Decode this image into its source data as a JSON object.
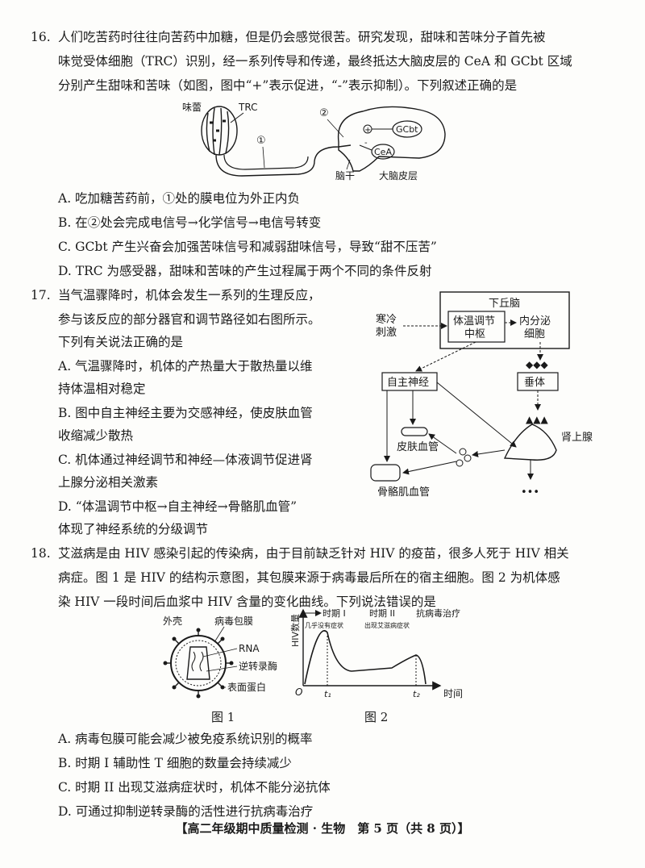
{
  "q16": {
    "number": "16.",
    "stem": [
      "人们吃苦药时往往向苦药中加糖，但是仍会感觉很苦。研究发现，甜味和苦味分子首先被",
      "味觉受体细胞（TRC）识别，经一系列传导和传递，最终抵达大脑皮层的 CeA 和 GCbt 区域",
      "分别产生甜味和苦味（如图，图中“+”表示促进，“-”表示抑制）。下列叙述正确的是"
    ],
    "figure": {
      "taste_bud": "味蕾",
      "trc": "TRC",
      "site1": "①",
      "site2": "②",
      "gcbt": "GCbt",
      "cea": "CeA",
      "brainstem": "脑干",
      "cortex": "大脑皮层",
      "plus": "+",
      "minus": "-"
    },
    "options": [
      "A.  吃加糖苦药前，①处的膜电位为外正内负",
      "B.  在②处会完成电信号→化学信号→电信号转变",
      "C.  GCbt 产生兴奋会加强苦味信号和减弱甜味信号，导致“甜不压苦”",
      "D.  TRC 为感受器，甜味和苦味的产生过程属于两个不同的条件反射"
    ]
  },
  "q17": {
    "number": "17.",
    "stem": [
      "当气温骤降时，机体会发生一系列的生理反应，",
      "参与该反应的部分器官和调节路径如右图所示。",
      "下列有关说法正确的是"
    ],
    "options": [
      "A.  气温骤降时，机体的产热量大于散热量以维",
      "     持体温相对稳定",
      "B.  图中自主神经主要为交感神经，使皮肤血管",
      "     收缩减少散热",
      "C.  机体通过神经调节和神经—体液调节促进肾",
      "     上腺分泌相关激素",
      "D.  “体温调节中枢→自主神经→骨骼肌血管”",
      "     体现了神经系统的分级调节"
    ],
    "figure": {
      "hypothalamus": "下丘脑",
      "cold1": "寒冷",
      "cold2": "刺激",
      "center1": "体温调节",
      "center2": "中枢",
      "endo1": "内分泌",
      "endo2": "细胞",
      "autonomic": "自主神经",
      "pituitary": "垂体",
      "skin_vessel": "皮肤血管",
      "muscle_vessel": "骨骼肌血管",
      "adrenal": "肾上腺",
      "ellipsis": "•••"
    }
  },
  "q18": {
    "number": "18.",
    "stem": [
      "艾滋病是由 HIV 感染引起的传染病，由于目前缺乏针对 HIV 的疫苗，很多人死于 HIV 相关",
      "病症。图 1 是 HIV 的结构示意图，其包膜来源于病毒最后所在的宿主细胞。图 2 为机体感",
      "染 HIV 一段时间后血浆中 HIV 含量的变化曲线。下列说法错误的是"
    ],
    "fig1": {
      "shell": "外壳",
      "envelope": "病毒包膜",
      "rna": "RNA",
      "rt": "逆转录酶",
      "surface": "表面蛋白",
      "caption": "图 1"
    },
    "fig2": {
      "ylabel": "HIV数量",
      "xlabel": "时间",
      "origin": "O",
      "t1": "t₁",
      "t2": "t₂",
      "period1": "时期 I",
      "period2": "时期 II",
      "treat": "抗病毒治疗",
      "note1": "几乎没有症状",
      "note2": "出现艾滋病症状",
      "caption": "图 2"
    },
    "options": [
      "A.  病毒包膜可能会减少被免疫系统识别的概率",
      "B.  时期 I 辅助性 T 细胞的数量会持续减少",
      "C.  时期 II 出现艾滋病症状时，机体不能分泌抗体",
      "D.  可通过抑制逆转录酶的活性进行抗病毒治疗"
    ]
  },
  "footer": "【高二年级期中质量检测 · 生物　第 5 页（共 8 页）】"
}
